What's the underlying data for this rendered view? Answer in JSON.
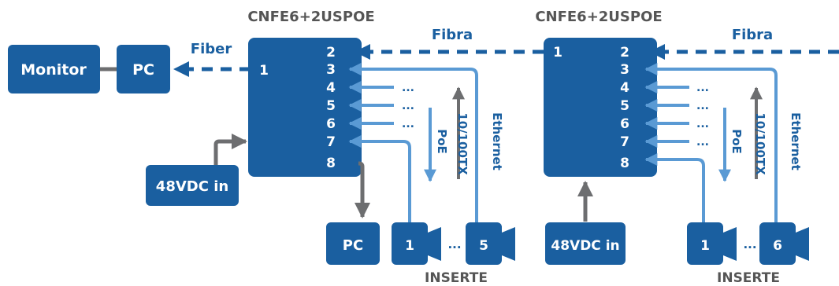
{
  "colors": {
    "box": "#1a5fa0",
    "line": "#5a9ad4",
    "gray": "#6d6e70",
    "label_blue": "#1a5fa0",
    "label_gray": "#555555"
  },
  "diagram": {
    "left": {
      "switch_title": "CNFE6+2USPOE",
      "monitor": "Monitor",
      "pc_top": "PC",
      "fiber": "Fiber",
      "fiber_port": "1",
      "ports": [
        "2",
        "3",
        "4",
        "5",
        "6",
        "7",
        "8"
      ],
      "ellipsis": "...",
      "poe": "PoE",
      "speed": "10/100TX",
      "ethernet": "Ethernet",
      "psu": "48VDC in",
      "pc_bottom": "PC",
      "camera_first": "1",
      "camera_last": "5",
      "inserte": "INSERTE"
    },
    "right": {
      "switch_title": "CNFE6+2USPOE",
      "fibra_left": "Fibra",
      "fibra_right": "Fibra",
      "fiber_port": "1",
      "ports": [
        "2",
        "3",
        "4",
        "5",
        "6",
        "7",
        "8"
      ],
      "ellipsis": "...",
      "poe": "PoE",
      "speed": "10/100TX",
      "ethernet": "Ethernet",
      "psu": "48VDC in",
      "camera_first": "1",
      "camera_last": "6",
      "inserte": "INSERTE"
    }
  }
}
